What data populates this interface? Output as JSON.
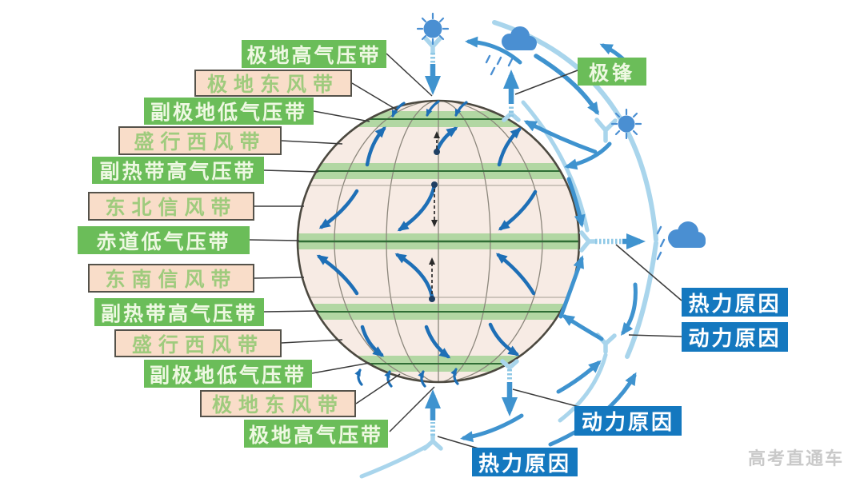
{
  "labels": {
    "left": [
      {
        "text": "极地高气压带",
        "style": "green"
      },
      {
        "text": "极地东风带",
        "style": "peach"
      },
      {
        "text": "副极地低气压带",
        "style": "green"
      },
      {
        "text": "盛行西风带",
        "style": "peach"
      },
      {
        "text": "副热带高气压带",
        "style": "green"
      },
      {
        "text": "东北信风带",
        "style": "peach"
      },
      {
        "text": "赤道低气压带",
        "style": "green"
      },
      {
        "text": "东南信风带",
        "style": "peach"
      },
      {
        "text": "副热带高气压带",
        "style": "green"
      },
      {
        "text": "盛行西风带",
        "style": "peach"
      },
      {
        "text": "副极地低气压带",
        "style": "green"
      },
      {
        "text": "极地东风带",
        "style": "peach"
      },
      {
        "text": "极地高气压带",
        "style": "green"
      }
    ],
    "polar_front": "极锋",
    "thermal_cause_right": "热力原因",
    "dynamic_cause_right": "动力原因",
    "dynamic_cause_bottom": "动力原因",
    "thermal_cause_bottom": "热力原因",
    "watermark": "高考直通车"
  },
  "icons": {
    "sun_top": "sun-icon",
    "sun_right": "sun-icon",
    "rain_cloud_top": "rain-cloud-icon",
    "rain_cloud_equator": "rain-cloud-icon"
  },
  "colors": {
    "green_box": "#6bbd59",
    "green_box_text": "#eef8e2",
    "peach_box": "#f9ddc9",
    "peach_box_text": "#9fcb7d",
    "peach_box_border": "#55524a",
    "blue_box": "#1478bf",
    "blue_box_text": "#ffffff",
    "globe_fill": "#f7ebe4",
    "globe_outline": "#4c4940",
    "pressure_band": "#b2d7a3",
    "band_line": "#2f6e35",
    "meridian": "#8b867b",
    "wind_arrow_dark": "#1e6fb6",
    "circulation_arrow_mid": "#3f93cf",
    "circulation_arc_light": "#a9d5ec",
    "icon_blue": "#4a8fd2",
    "dashed_arrow": "#2a2a2a",
    "leader_line": "#3c3c3c",
    "watermark_text": "#c9c9c9"
  }
}
